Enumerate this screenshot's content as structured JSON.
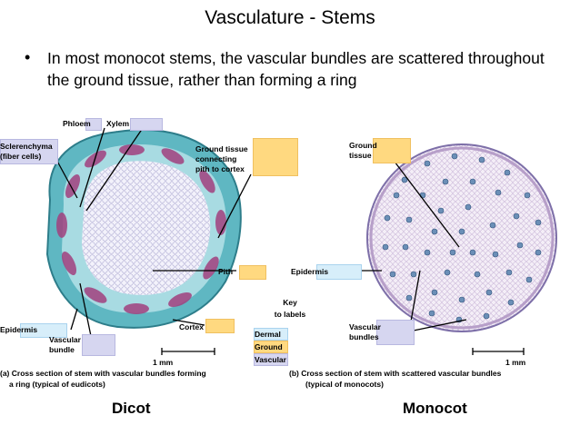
{
  "slide": {
    "title": "Vasculature - Stems",
    "bullet": "In most monocot stems, the vascular bundles are scattered throughout the ground tissue, rather than forming a ring"
  },
  "dicot_labels": {
    "phloem": "Phloem",
    "xylem": "Xylem",
    "sclerenchyma_line1": "Sclerenchyma",
    "sclerenchyma_line2": "(fiber cells)",
    "ground_tissue_line1": "Ground tissue",
    "ground_tissue_line2": "connecting",
    "ground_tissue_line3": "pith to cortex",
    "pith": "Pith",
    "epidermis": "Epidermis",
    "vascular_bundle_line1": "Vascular",
    "vascular_bundle_line2": "bundle",
    "cortex": "Cortex",
    "scale": "1 mm",
    "caption_line1": "(a)  Cross section of stem with vascular bundles forming",
    "caption_line2": "a ring (typical of eudicots)",
    "name": "Dicot"
  },
  "key": {
    "title_line1": "Key",
    "title_line2": "to labels",
    "items": [
      "Dermal",
      "Ground",
      "Vascular"
    ]
  },
  "monocot_labels": {
    "ground_tissue_line1": "Ground",
    "ground_tissue_line2": "tissue",
    "epidermis": "Epidermis",
    "vascular_bundles_line1": "Vascular",
    "vascular_bundles_line2": "bundles",
    "scale": "1 mm",
    "caption_line1": "(b)  Cross section of stem with scattered vascular bundles",
    "caption_line2": "(typical of monocots)",
    "name": "Monocot"
  },
  "colors": {
    "dermal": "#d7eefa",
    "ground": "#ffd980",
    "vascular": "#d6d6f0"
  }
}
